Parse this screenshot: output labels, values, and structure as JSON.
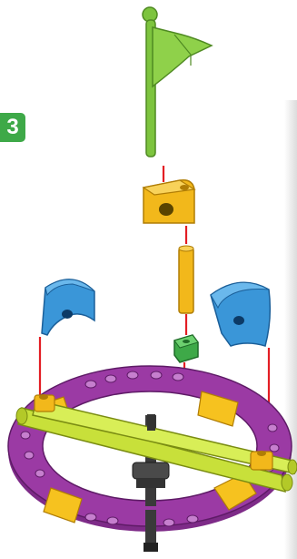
{
  "step": {
    "number": "3",
    "color": "#3ea948"
  },
  "colors": {
    "flag": "#7dc43e",
    "connector": "#f2b81b",
    "blue_block": "#3a96d8",
    "dark_green": "#3ea948",
    "ring": "#9b3aa4",
    "yellow_plate": "#f6c21f",
    "axle": "#c8e03a",
    "guide_line": "#e31e24",
    "gear": "#3a3a3a"
  },
  "icons": [
    "flag-pole",
    "connector-block",
    "blue-curved-block",
    "ring-base",
    "crossed-axles",
    "center-gear"
  ]
}
